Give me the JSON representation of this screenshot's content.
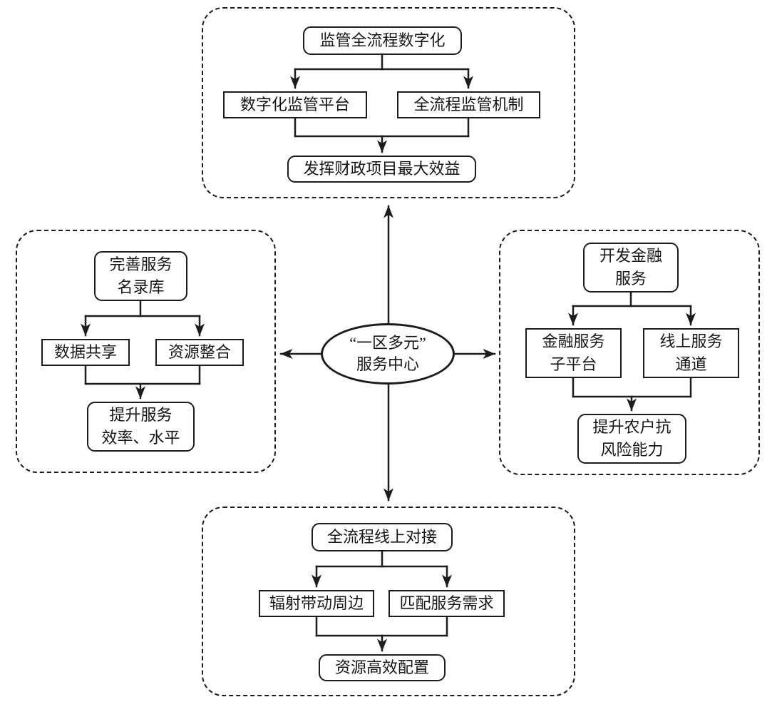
{
  "colors": {
    "ink": "#1c1c1c",
    "background": "#ffffff"
  },
  "center": {
    "label": [
      "“一区多元”",
      "服务中心"
    ]
  },
  "panels": {
    "top": {
      "source": [
        "监管全流程数字化"
      ],
      "branch_left": [
        "数字化监管平台"
      ],
      "branch_right": [
        "全流程监管机制"
      ],
      "result": [
        "发挥财政项目最大效益"
      ]
    },
    "left": {
      "source": [
        "完善服务",
        "名录库"
      ],
      "branch_left": [
        "数据共享"
      ],
      "branch_right": [
        "资源整合"
      ],
      "result": [
        "提升服务",
        "效率、水平"
      ]
    },
    "right": {
      "source": [
        "开发金融",
        "服务"
      ],
      "branch_left": [
        "金融服务",
        "子平台"
      ],
      "branch_right": [
        "线上服务",
        "通道"
      ],
      "result": [
        "提升农户抗",
        "风险能力"
      ]
    },
    "bottom": {
      "source": [
        "全流程线上对接"
      ],
      "branch_left": [
        "辐射带动周边"
      ],
      "branch_right": [
        "匹配服务需求"
      ],
      "result": [
        "资源高效配置"
      ]
    }
  }
}
